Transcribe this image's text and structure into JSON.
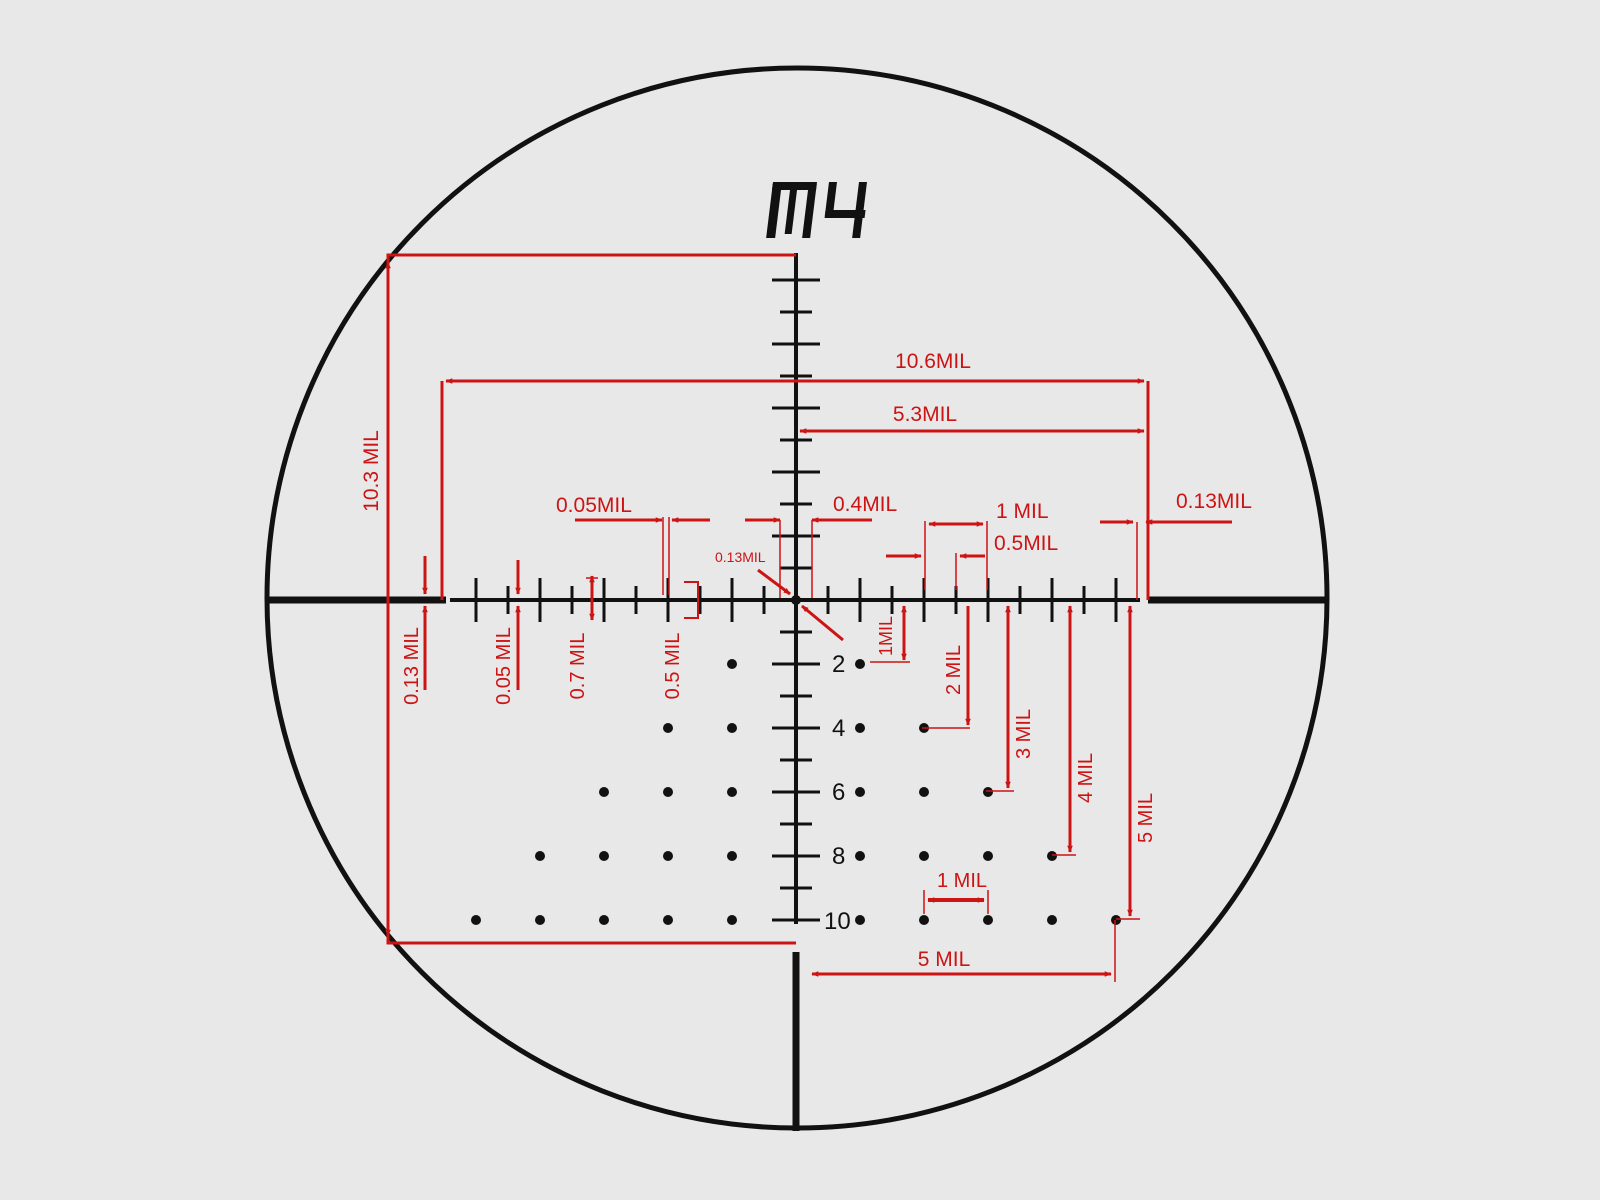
{
  "reticle": {
    "title": "M4",
    "colors": {
      "background": "#e8e8e8",
      "reticle": "#111111",
      "annotation": "#cc1414"
    },
    "elevation_labels": [
      "2",
      "4",
      "6",
      "8",
      "10"
    ]
  },
  "annotations": {
    "width_full": "10.6MIL",
    "width_half": "5.3MIL",
    "height_top": "10.3 MIL",
    "hash_width": "0.05MIL",
    "center_gap": "0.4MIL",
    "one_mil_top": "1 MIL",
    "half_mil_top": "0.5MIL",
    "bar_thickness_right": "0.13MIL",
    "center_dot": "0.13MIL",
    "bar_thickness_left": "0.13 MIL",
    "hash_sub_len": "0.05 MIL",
    "hash_major_len": "0.7 MIL",
    "hash_half_len": "0.5 MIL",
    "drop_one": "1MIL",
    "drop_two": "2 MIL",
    "drop_three": "3 MIL",
    "drop_four": "4 MIL",
    "drop_five": "5 MIL",
    "dot_spacing": "1 MIL",
    "dot_row_width": "5 MIL"
  }
}
